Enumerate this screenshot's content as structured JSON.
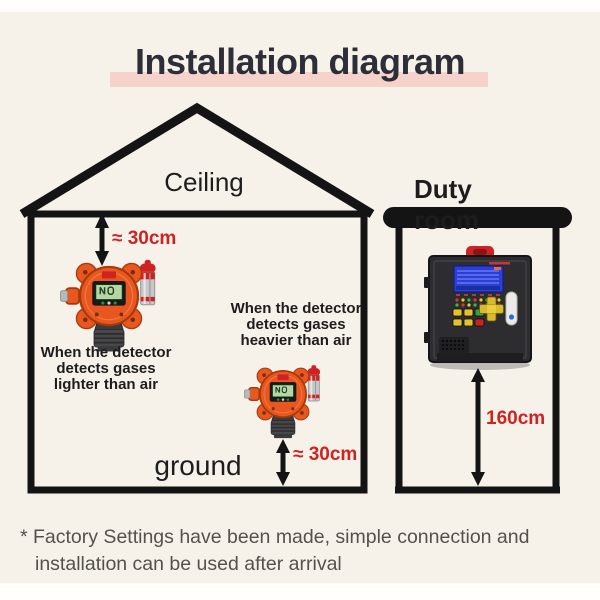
{
  "title": "Installation diagram",
  "labels": {
    "ceiling": "Ceiling",
    "duty_room": "Duty room",
    "ground": "ground",
    "distance_ceiling": "≈ 30cm",
    "distance_ground": "≈ 30cm",
    "distance_panel": "160cm",
    "detector_lighter_note": "When the detector\ndetects gases\nlighter than air",
    "detector_heavier_note": "When the detector\ndetects gases\nheavier than air"
  },
  "footnote": "* Factory Settings have been made, simple connection and\ninstallation can be used after arrival",
  "icons": {
    "gas_detector": "wall-mounted gas detector with alarm beacon",
    "control_panel": "gas alarm controller cabinet",
    "measure_arrow": "double-headed vertical arrow"
  },
  "colors": {
    "background": "#f6f2ea",
    "band_white": "#fffefc",
    "line_black": "#141414",
    "accent_red": "#cf2222",
    "title_color": "#2e2e38",
    "pink_highlight": "#f5d3cb",
    "text_dark": "#1d1d1d",
    "footnote_gray": "#55514d",
    "detector_orange": "#e8571f",
    "panel_dark": "#2d2d30",
    "screen_green": "#b7d6a4",
    "screen_blue": "#2b3fd6"
  }
}
